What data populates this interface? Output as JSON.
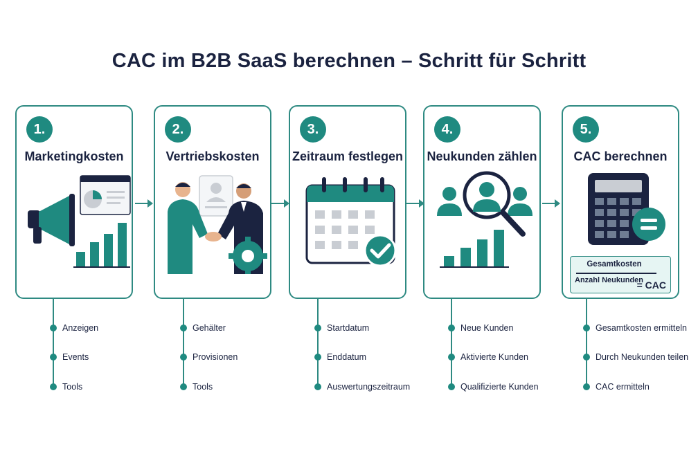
{
  "title": "CAC im B2B SaaS berechnen – Schritt für Schritt",
  "steps": [
    {
      "number": "1.",
      "title": "Marketingkosten",
      "items": [
        "Anzeigen",
        "Events",
        "Tools"
      ]
    },
    {
      "number": "2.",
      "title": "Vertriebskosten",
      "items": [
        "Gehälter",
        "Provisionen",
        "Tools"
      ]
    },
    {
      "number": "3.",
      "title": "Zeitraum festlegen",
      "items": [
        "Startdatum",
        "Enddatum",
        "Auswertungszeitraum"
      ]
    },
    {
      "number": "4.",
      "title": "Neukunden zählen",
      "items": [
        "Neue Kunden",
        "Aktivierte Kunden",
        "Qualifizierte Kunden"
      ]
    },
    {
      "number": "5.",
      "title": "CAC berechnen",
      "items": [
        "Gesamtkosten ermitteln",
        "Durch Neukunden teilen",
        "CAC ermitteln"
      ]
    }
  ],
  "formula": {
    "numerator": "Gesamtkosten",
    "denominator": "Anzahl Neukunden",
    "equals": "=",
    "result": "CAC"
  },
  "colors": {
    "teal": "#1f8a80",
    "navy": "#1b2340",
    "light_teal": "#e6f5f3",
    "gray": "#c9cdd3"
  }
}
